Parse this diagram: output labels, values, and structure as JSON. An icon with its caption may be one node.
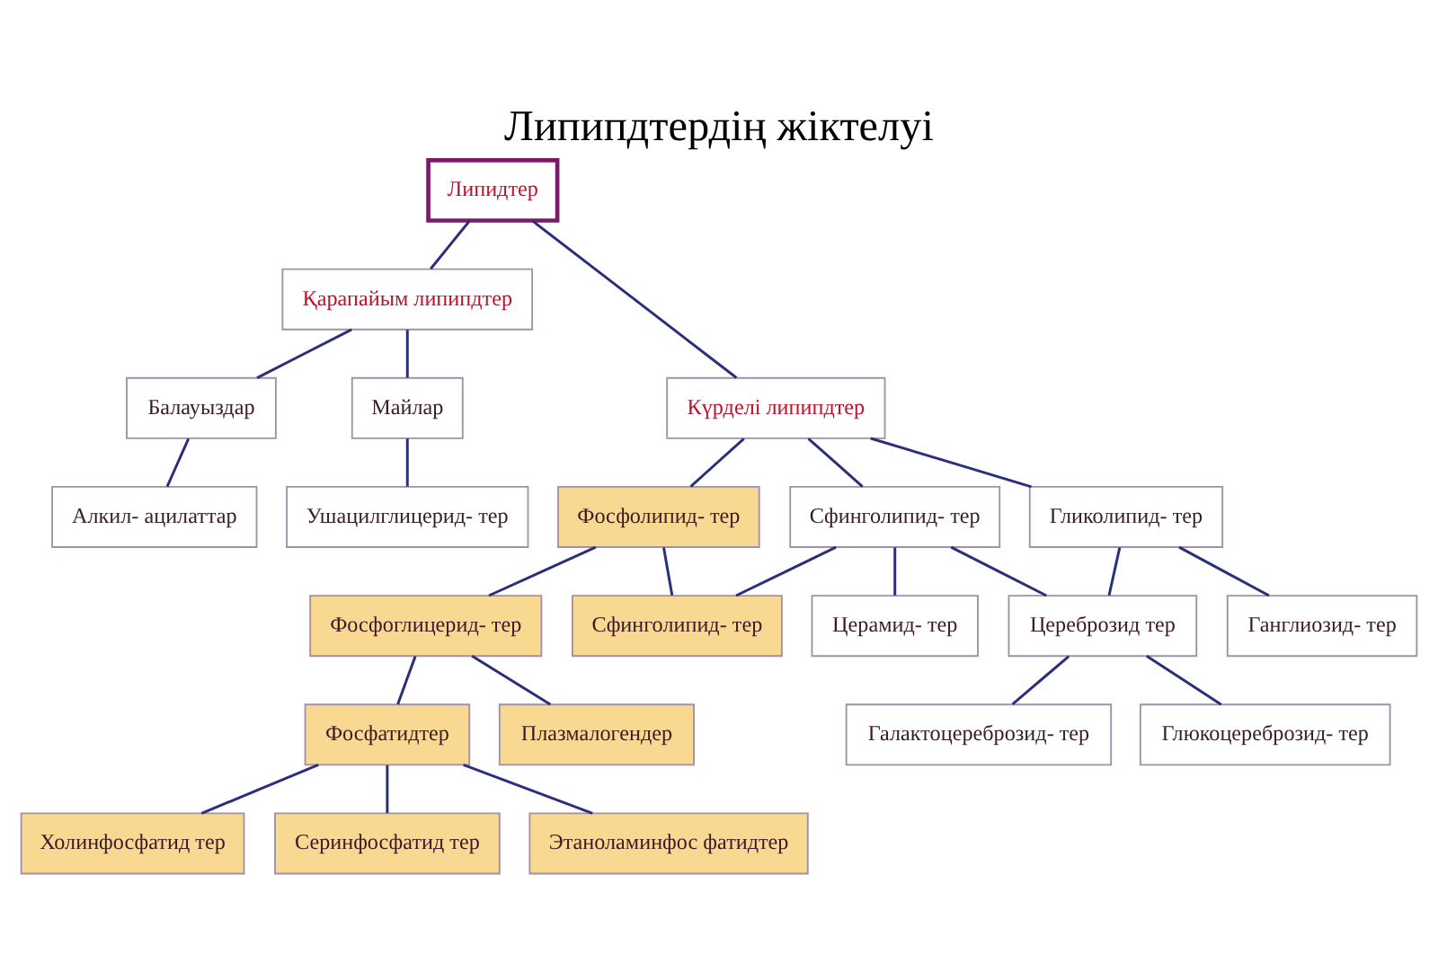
{
  "diagram": {
    "title": "Липипдтердің жіктелуі",
    "nodes": [
      {
        "text": [
          "Липидтер"
        ]
      },
      {
        "text": [
          "Қарапайым липипдтер"
        ]
      },
      {
        "text": [
          "Күрделі липипдтер"
        ]
      },
      {
        "text": [
          "Балауыздар"
        ]
      },
      {
        "text": [
          "Майлар"
        ]
      },
      {
        "text": [
          "Алкил- ацилаттар"
        ]
      },
      {
        "text": [
          "Ушацилглицерид- тер"
        ]
      },
      {
        "text": [
          "Фосфолипид- тер"
        ]
      },
      {
        "text": [
          "Сфинголипид- тер"
        ]
      },
      {
        "text": [
          "Гликолипид- тер"
        ]
      },
      {
        "text": [
          "Фосфоглицерид- тер"
        ]
      },
      {
        "text": [
          "Сфинголипид- тер"
        ]
      },
      {
        "text": [
          "Церамид- тер"
        ]
      },
      {
        "text": [
          "Цереброзид тер"
        ]
      },
      {
        "text": [
          "Ганглиозид- тер"
        ]
      },
      {
        "text": [
          "Фосфатидтер"
        ]
      },
      {
        "text": [
          "Плазмалогендер"
        ]
      },
      {
        "text": [
          "Галактоцереброзид- тер"
        ]
      },
      {
        "text": [
          "Глюкоцереброзид- тер"
        ]
      },
      {
        "text": [
          "Холинфосфатид тер"
        ]
      },
      {
        "text": [
          "Серинфосфатид тер"
        ]
      },
      {
        "text": [
          "Этаноламинфос фатидтер"
        ]
      }
    ],
    "edges": [
      {
        "from": 0,
        "to": 1,
        "arrow": "none"
      },
      {
        "from": 0,
        "to": 2,
        "arrow": "none"
      },
      {
        "from": 1,
        "to": 3,
        "arrow": "none"
      },
      {
        "from": 1,
        "to": 4,
        "arrow": "none"
      },
      {
        "from": 3,
        "to": 5,
        "arrow": "none"
      },
      {
        "from": 4,
        "to": 6,
        "arrow": "none"
      },
      {
        "from": 2,
        "to": 7,
        "arrow": "none"
      },
      {
        "from": 2,
        "to": 8,
        "arrow": "none"
      },
      {
        "from": 2,
        "to": 9,
        "arrow": "none"
      },
      {
        "from": 7,
        "to": 10,
        "arrow": "none"
      },
      {
        "from": 7,
        "to": 11,
        "arrow": "none"
      },
      {
        "from": 8,
        "to": 11,
        "arrow": "none"
      },
      {
        "from": 8,
        "to": 12,
        "arrow": "none"
      },
      {
        "from": 8,
        "to": 13,
        "arrow": "none"
      },
      {
        "from": 9,
        "to": 13,
        "arrow": "none"
      },
      {
        "from": 9,
        "to": 14,
        "arrow": "none"
      },
      {
        "from": 10,
        "to": 15,
        "arrow": "none"
      },
      {
        "from": 10,
        "to": 16,
        "arrow": "none"
      },
      {
        "from": 13,
        "to": 17,
        "arrow": "none"
      },
      {
        "from": 13,
        "to": 18,
        "arrow": "none"
      },
      {
        "from": 15,
        "to": 19,
        "arrow": "none"
      },
      {
        "from": 15,
        "to": 20,
        "arrow": "none"
      },
      {
        "from": 15,
        "to": 21,
        "arrow": "none"
      }
    ]
  }
}
